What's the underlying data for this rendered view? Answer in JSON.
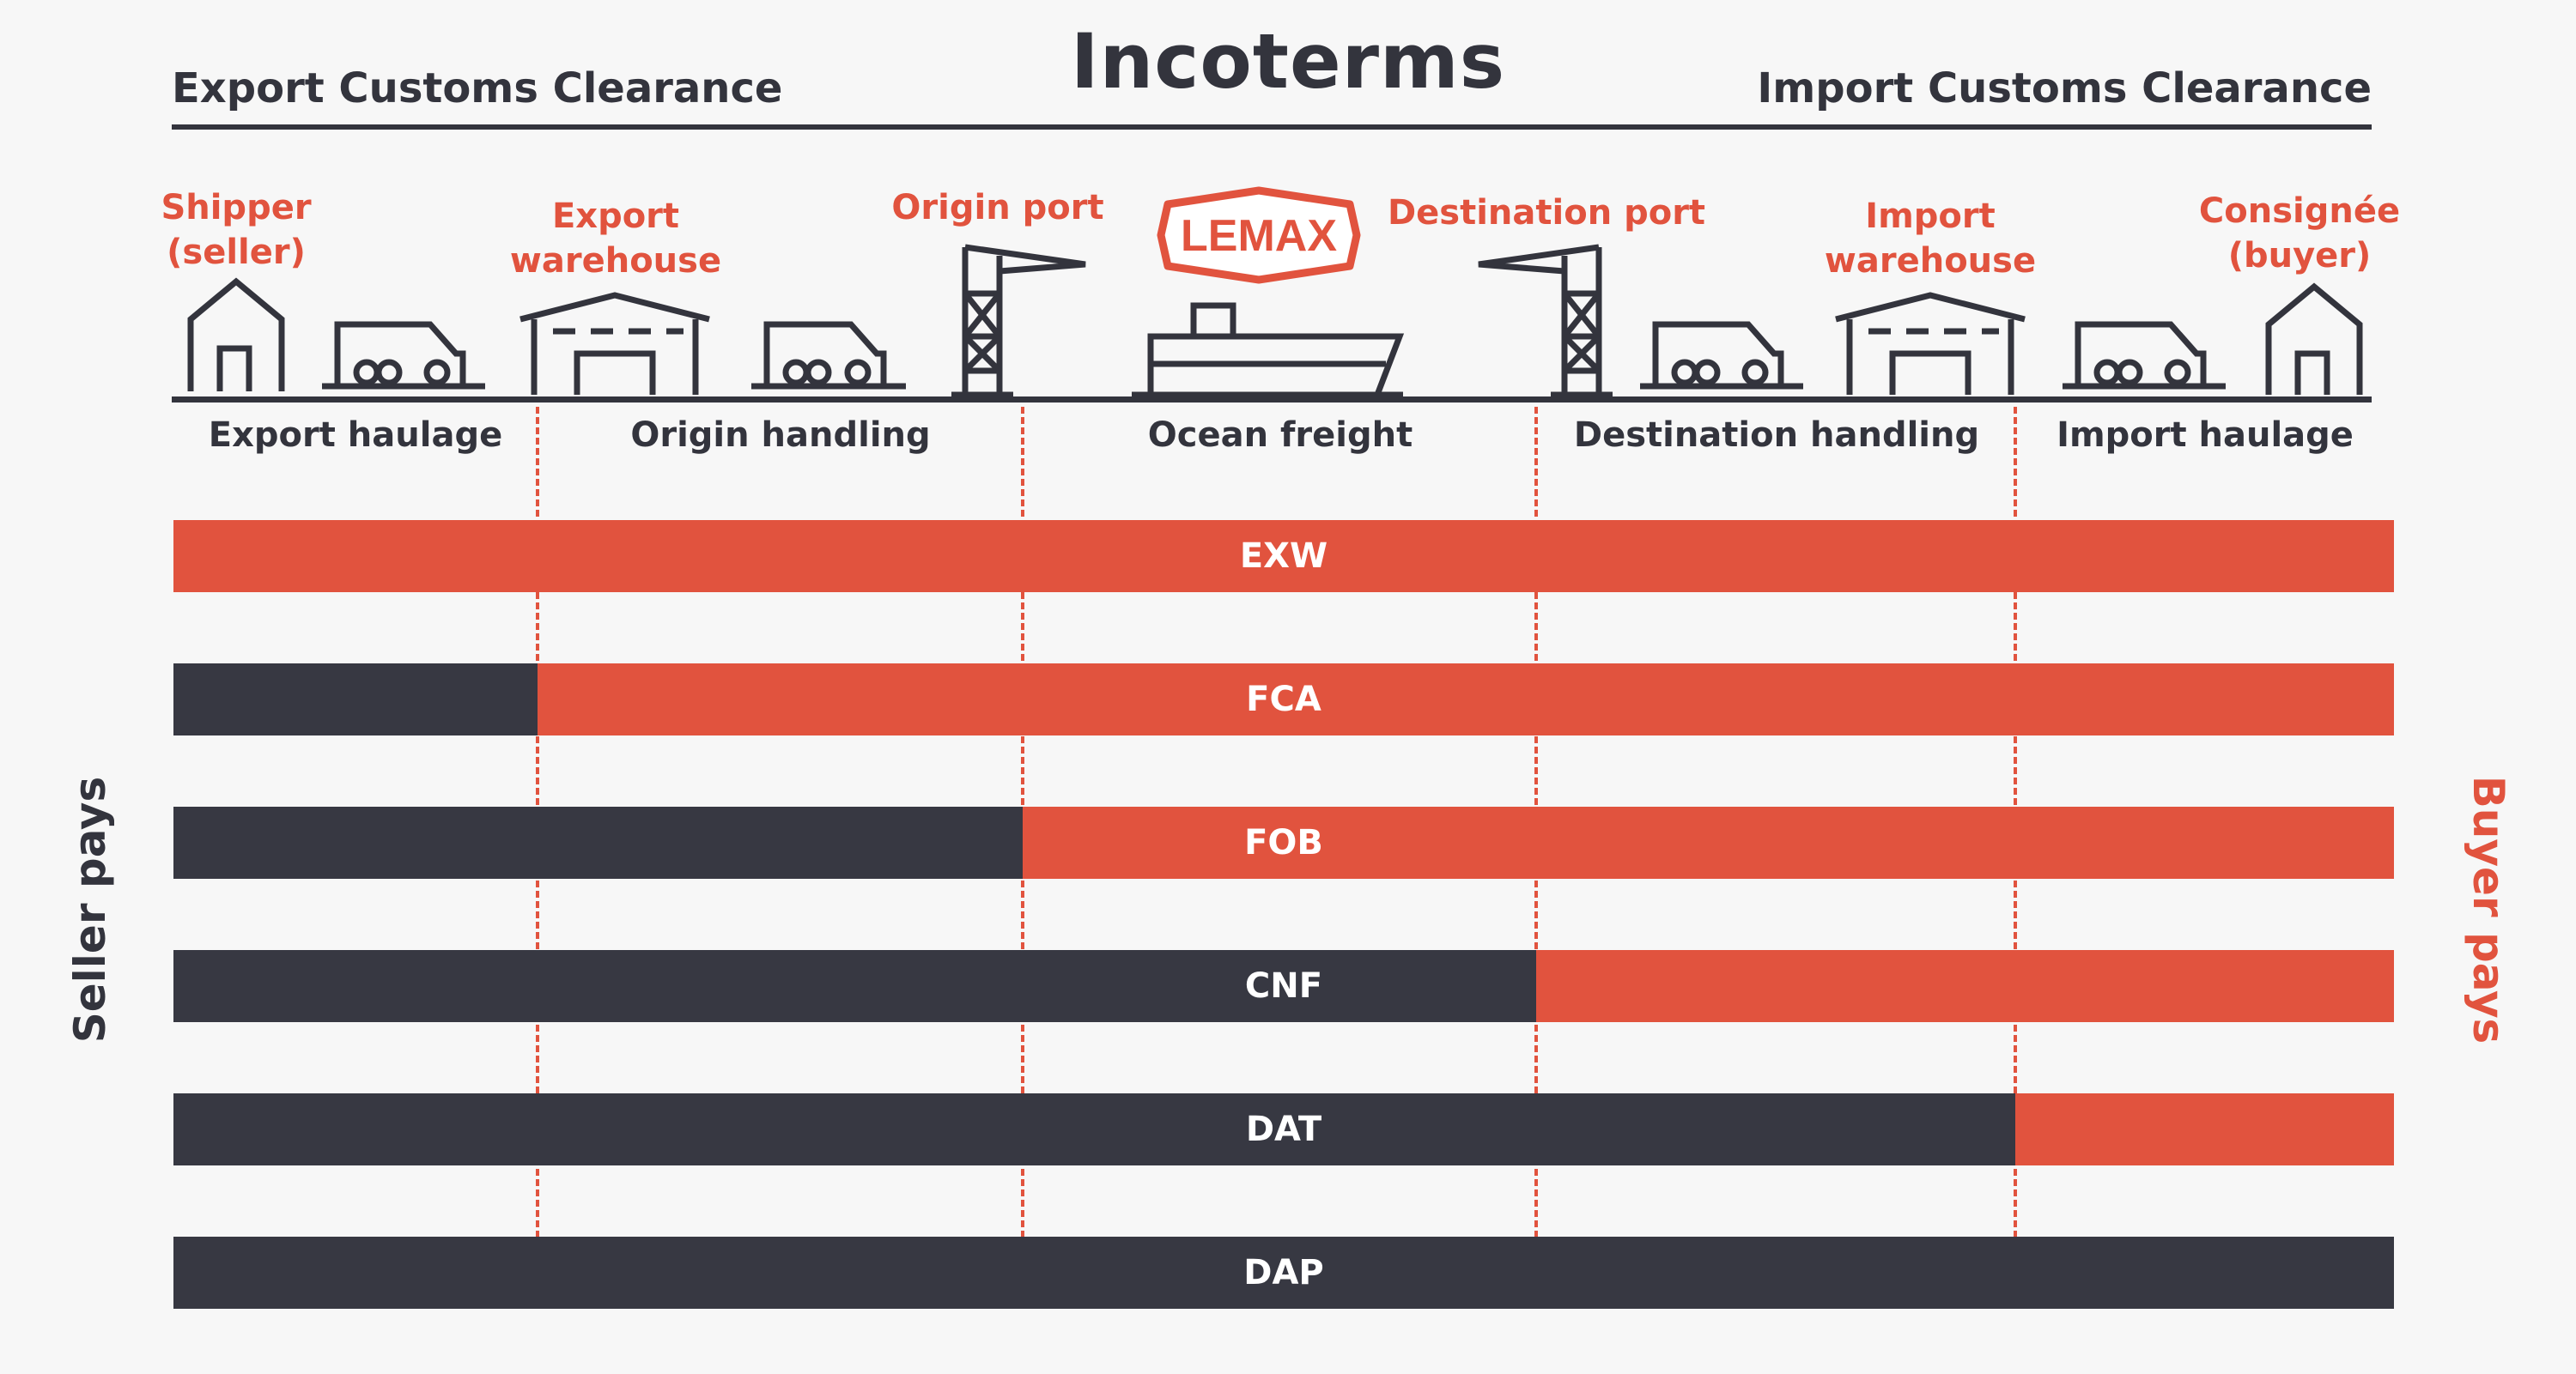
{
  "title": "Incoterms",
  "export_clearance": "Export Customs Clearance",
  "import_clearance": "Import Customs Clearance",
  "logo_text": "LEMAX",
  "nodes": {
    "shipper": [
      "Shipper",
      "(seller)"
    ],
    "export_warehouse": [
      "Export",
      "warehouse"
    ],
    "origin_port": [
      "Origin port"
    ],
    "destination_port": [
      "Destination port"
    ],
    "import_warehouse": [
      "Import",
      "warehouse"
    ],
    "consignee": [
      "Consignée",
      "(buyer)"
    ]
  },
  "segments": [
    "Export haulage",
    "Origin handling",
    "Ocean freight",
    "Destination handling",
    "Import haulage"
  ],
  "terms": [
    {
      "code": "EXW",
      "seller_pays_segments": 0
    },
    {
      "code": "FCA",
      "seller_pays_segments": 1
    },
    {
      "code": "FOB",
      "seller_pays_segments": 2
    },
    {
      "code": "CNF",
      "seller_pays_segments": 3
    },
    {
      "code": "DAT",
      "seller_pays_segments": 4
    },
    {
      "code": "DAP",
      "seller_pays_segments": 5
    }
  ],
  "seller_pays_label": "Seller pays",
  "buyer_pays_label": "Buyer pays",
  "colors": {
    "seller": "#373842",
    "buyer": "#e1533e",
    "text": "#33343d"
  },
  "icons": [
    "house-icon",
    "truck-icon",
    "warehouse-icon",
    "crane-icon",
    "ship-icon"
  ]
}
